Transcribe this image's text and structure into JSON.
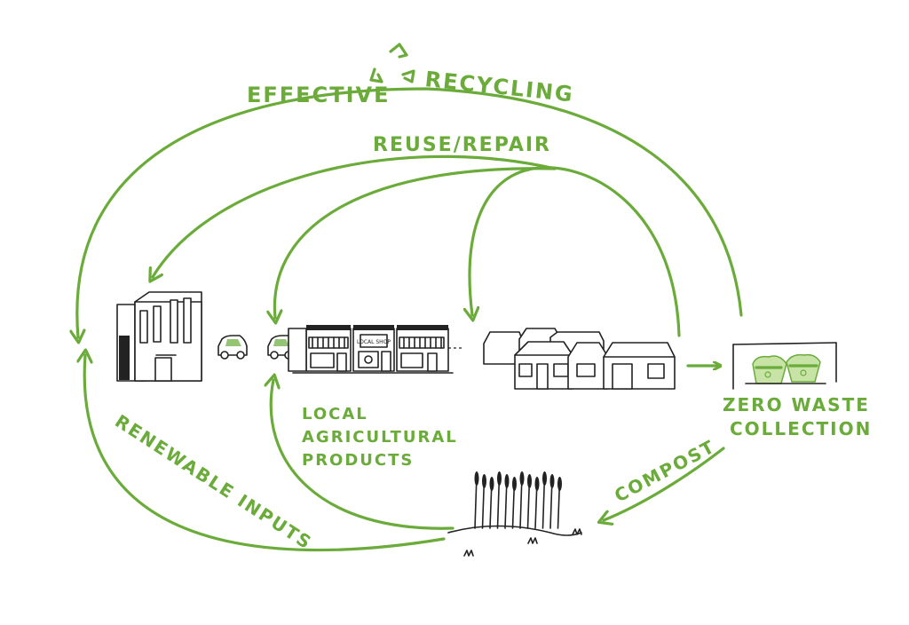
{
  "labels": {
    "effective_recycling_left": "EFFECTIVE",
    "effective_recycling_right": "RECYCLING",
    "reuse_repair": "REUSE/REPAIR",
    "local_agri_1": "LOCAL",
    "local_agri_2": "AGRICULTURAL",
    "local_agri_3": "PRODUCTS",
    "zero_waste_1": "ZERO WASTE",
    "zero_waste_2": "COLLECTION",
    "compost": "COMPOST",
    "renewable_inputs": "RENEWABLE INPUTS",
    "shop_sign": "LOCAL SHOP"
  },
  "colors": {
    "accent": "#6aab3a",
    "ink": "#222222",
    "background": "#ffffff"
  },
  "icons": [
    "recycle-icon",
    "factory-icon",
    "car-icon",
    "shop-row-icon",
    "houses-icon",
    "compost-bins-icon",
    "wheat-field-icon"
  ]
}
